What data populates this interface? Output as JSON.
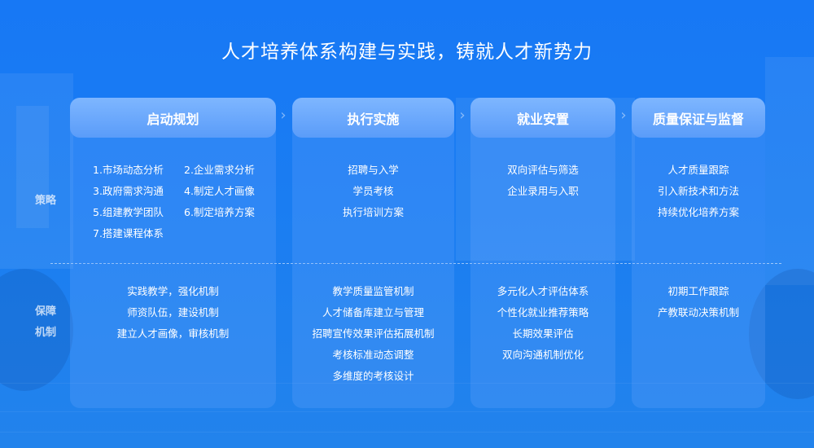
{
  "title": "人才培养体系构建与实践，铸就人才新势力",
  "row_labels": {
    "strategy": "策略",
    "guarantee_line1": "保障",
    "guarantee_line2": "机制"
  },
  "columns": [
    {
      "header": "启动规划",
      "strategy": [
        "1.市场动态分析",
        "2.企业需求分析",
        "3.政府需求沟通",
        "4.制定人才画像",
        "5.组建教学团队",
        "6.制定培养方案",
        "7.搭建课程体系"
      ],
      "guarantee": [
        "实践教学，强化机制",
        "师资队伍，建设机制",
        "建立人才画像，审核机制"
      ]
    },
    {
      "header": "执行实施",
      "strategy": [
        "招聘与入学",
        "学员考核",
        "执行培训方案"
      ],
      "guarantee": [
        "教学质量监管机制",
        "人才储备库建立与管理",
        "招聘宣传效果评估拓展机制",
        "考核标准动态调整",
        "多维度的考核设计"
      ]
    },
    {
      "header": "就业安置",
      "strategy": [
        "双向评估与筛选",
        "企业录用与入职"
      ],
      "guarantee": [
        "多元化人才评估体系",
        "个性化就业推荐策略",
        "长期效果评估",
        "双向沟通机制优化"
      ]
    },
    {
      "header": "质量保证与监督",
      "strategy": [
        "人才质量跟踪",
        "引入新技术和方法",
        "持续优化培养方案"
      ],
      "guarantee": [
        "初期工作跟踪",
        "产教联动决策机制"
      ]
    }
  ]
}
